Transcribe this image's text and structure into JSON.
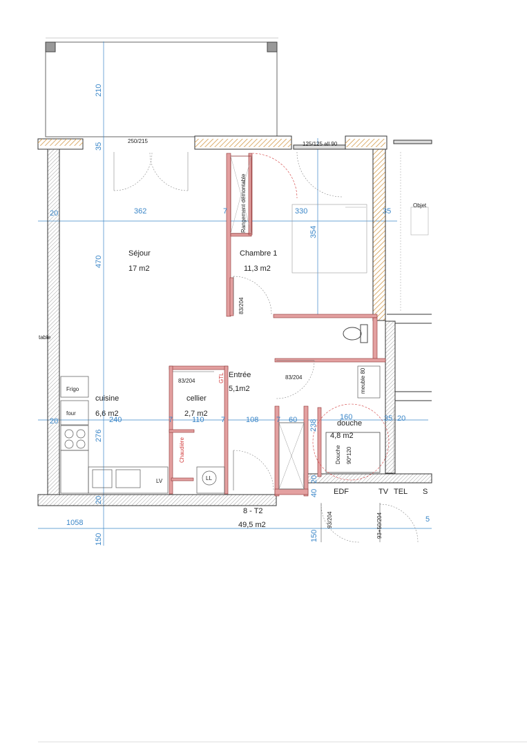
{
  "rooms": {
    "sejour": {
      "name": "Séjour",
      "area": "17 m2"
    },
    "chambre": {
      "name": "Chambre 1",
      "area": "11,3 m2"
    },
    "cuisine": {
      "name": "cuisine",
      "area": "6,6 m2"
    },
    "cellier": {
      "name": "cellier",
      "area": "2,7 m2"
    },
    "entree": {
      "name": "Entrée",
      "area": "5,1m2"
    },
    "douche": {
      "name": "douche",
      "area": "4,8 m2"
    }
  },
  "unit": {
    "name": "8 - T2",
    "area": "49,5 m2"
  },
  "dimensions": {
    "terrace_depth": "210",
    "wall_35_left": "35",
    "window_sejour": "250/215",
    "window_chambre": "125/125 all 90",
    "left_20": "20",
    "sejour_width": "362",
    "wall_7_a": "7",
    "chambre_width": "330",
    "right_35": "35",
    "chambre_depth": "354",
    "sejour_depth": "470",
    "cuisine_20": "20",
    "cuisine_width": "240",
    "cuisine_depth": "276",
    "wall_7_b": "7",
    "cellier_width": "110",
    "wall_7_c": "7",
    "entree_width": "108",
    "wall_7_d": "7",
    "placard_60": "60",
    "douche_238": "238",
    "douche_160": "160",
    "right_35b": "35",
    "right_20b": "20",
    "bottom_20": "20",
    "edf_20": "20",
    "edf_40": "40",
    "total_width": "1058",
    "balcony_150": "150",
    "balcony_150b": "150",
    "right_edge_5": "5"
  },
  "doors": {
    "chambre": "83/204",
    "cellier": "83/204",
    "sdb": "83/204",
    "entree": "93/204",
    "edf": "93+50/204"
  },
  "fixtures": {
    "rangement": "Rangement démontable",
    "frigo": "Frigo",
    "four": "four",
    "lv": "LV",
    "ll": "LL",
    "chaudiere": "Chaudière",
    "gtl": "GTL",
    "meuble": "meuble 80",
    "shower": "Douche",
    "shower_size": "90*120",
    "edf": "EDF",
    "tv": "TV",
    "tel": "TEL",
    "objet": "Objet",
    "table": "table",
    "s": "S"
  },
  "colors": {
    "wall": "#333333",
    "hatch": "#d39a4a",
    "partition": "#e3a0a0",
    "dimension": "#3a86c8",
    "door_red": "#d23b3b"
  }
}
